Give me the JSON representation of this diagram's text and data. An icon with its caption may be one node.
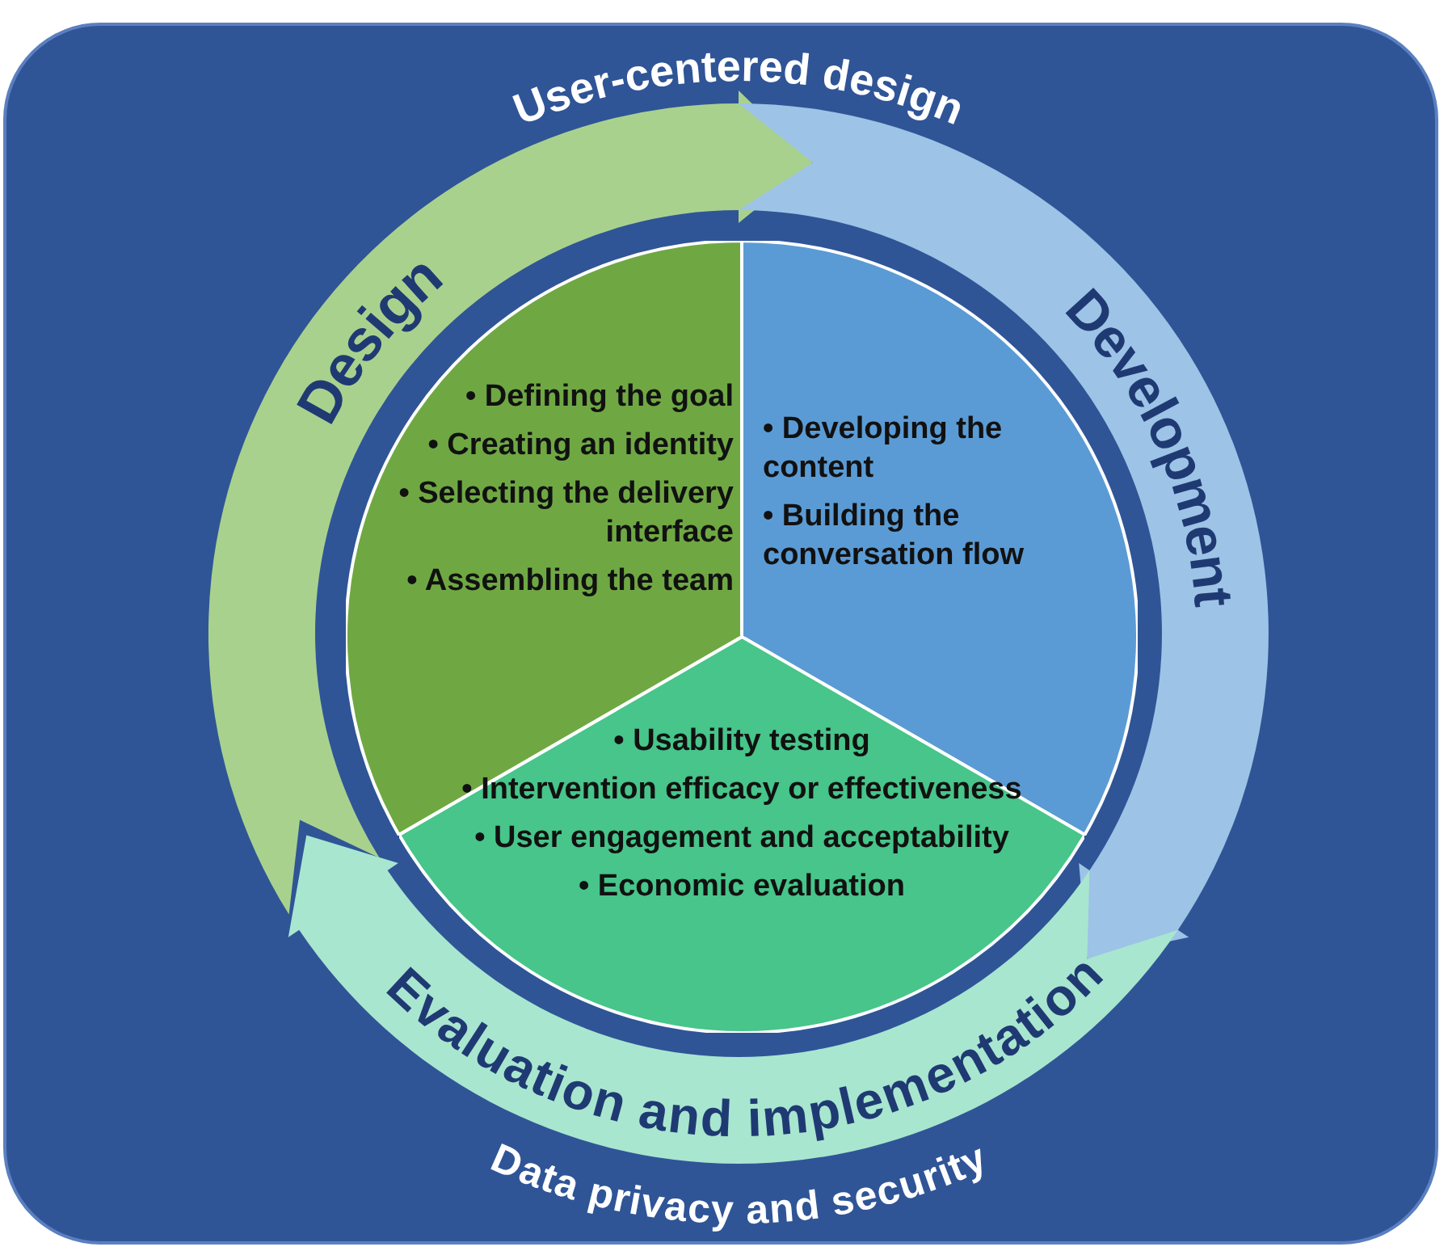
{
  "diagram": {
    "nodes": [
      {
        "text": [
          "User-centered design",
          "Data privacy and security"
        ]
      },
      {
        "text": [
          "Design"
        ],
        "in": 0
      },
      {
        "text": [
          "Development"
        ],
        "in": 0
      },
      {
        "text": [
          "Evaluation and implementation"
        ],
        "in": 0
      },
      {
        "text": [
          "• Defining the goal",
          "• Creating an identity",
          "• Selecting the delivery interface",
          "• Assembling the team"
        ],
        "in": 0
      },
      {
        "text": [
          "• Developing the content",
          "• Building the conversation flow"
        ],
        "in": 0
      },
      {
        "text": [
          "• Usability testing",
          "• Intervention efficacy or effectiveness",
          "• User engagement and acceptability",
          "• Economic evaluation"
        ],
        "in": 0
      }
    ]
  }
}
